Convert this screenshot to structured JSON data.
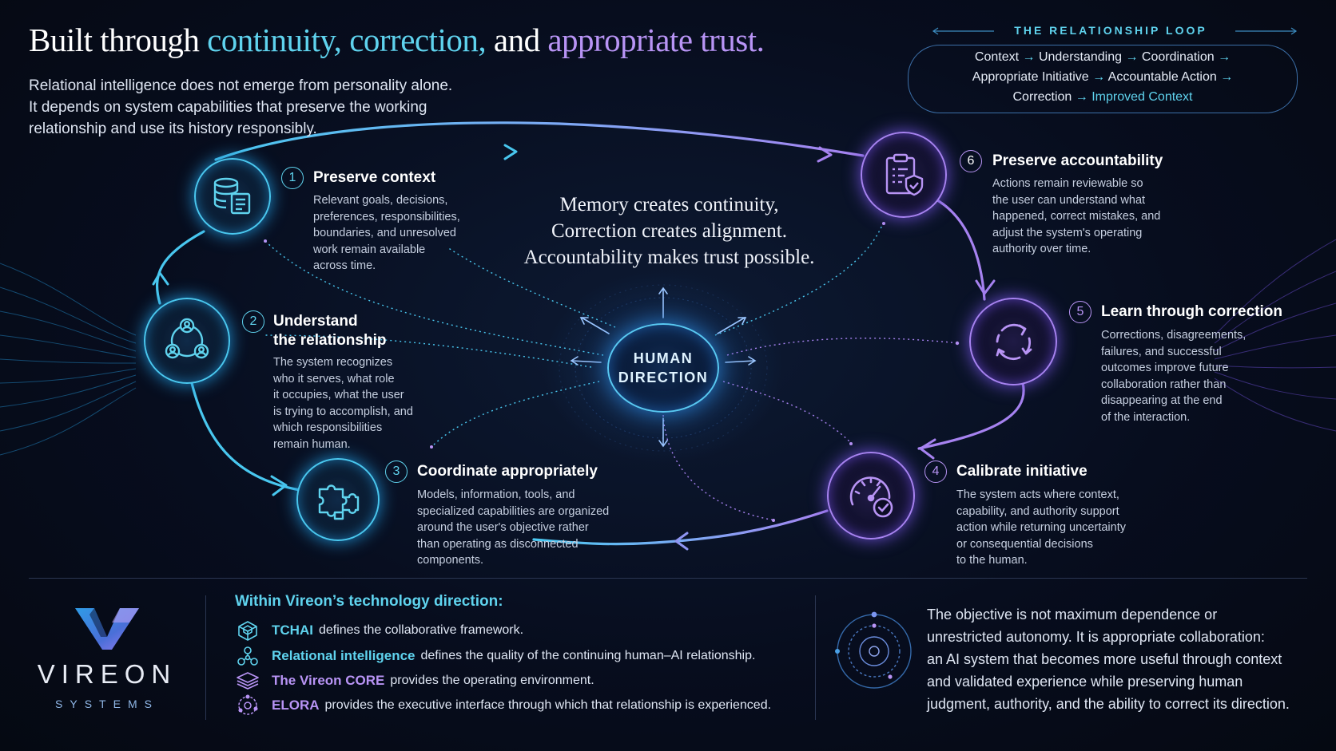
{
  "headline": {
    "part1": "Built through ",
    "accent1": "continuity,",
    "space1": " ",
    "accent2": "correction,",
    "part2": " and ",
    "accent3": "appropriate trust."
  },
  "intro": {
    "line1": "Relational intelligence does not emerge from personality alone.",
    "line2": "It depends on system capabilities that preserve the working",
    "line3": "relationship and use its history responsibly."
  },
  "loop": {
    "label": "THE RELATIONSHIP LOOP",
    "line1": [
      "Context",
      "Understanding",
      "Coordination"
    ],
    "line2": [
      "Appropriate Initiative",
      "Accountable Action"
    ],
    "line3_a": "Correction",
    "line3_b": "Improved Context",
    "arrow": "→"
  },
  "quote": {
    "line1": "Memory creates continuity,",
    "line2": "Correction creates alignment.",
    "line3": "Accountability makes trust possible."
  },
  "hub": {
    "line1": "HUMAN",
    "line2": "DIRECTION"
  },
  "steps": [
    {
      "num": "1",
      "title": "Preserve context",
      "body": [
        "Relevant goals, decisions,",
        "preferences, responsibilities,",
        "boundaries, and unresolved",
        "work remain available",
        "across time."
      ],
      "icon": "database-document-icon"
    },
    {
      "num": "2",
      "title": "Understand",
      "title2": "the relationship",
      "body": [
        "The system recognizes",
        "who it serves, what role",
        "it occupies, what the user",
        "is trying to accomplish, and",
        "which responsibilities",
        "remain human."
      ],
      "icon": "people-network-icon"
    },
    {
      "num": "3",
      "title": "Coordinate appropriately",
      "body": [
        "Models, information, tools, and",
        "specialized capabilities are organized",
        "around the user's objective rather",
        "than operating as disconnected",
        "components."
      ],
      "icon": "puzzle-icon"
    },
    {
      "num": "4",
      "title": "Calibrate initiative",
      "body": [
        "The system acts where context,",
        "capability, and authority support",
        "action while returning uncertainty",
        "or consequential decisions",
        "to the human."
      ],
      "icon": "gauge-check-icon"
    },
    {
      "num": "5",
      "title": "Learn through correction",
      "body": [
        "Corrections, disagreements,",
        "failures, and successful",
        "outcomes improve future",
        "collaboration rather than",
        "disappearing at the end",
        "of the interaction."
      ],
      "icon": "cycle-arrows-icon"
    },
    {
      "num": "6",
      "title": "Preserve accountability",
      "body": [
        "Actions remain reviewable so",
        "the user can understand what",
        "happened, correct mistakes, and",
        "adjust the system's operating",
        "authority over time."
      ],
      "icon": "clipboard-shield-icon"
    }
  ],
  "brand": {
    "name": "VIREON",
    "sub": "SYSTEMS"
  },
  "tech": {
    "heading": "Within Vireon’s technology direction:",
    "items": [
      {
        "name": "TCHAI",
        "desc": "defines the collaborative framework.",
        "color": "#5fd3ee",
        "icon": "cube-icon"
      },
      {
        "name": "Relational intelligence",
        "desc": "defines the quality of the continuing human–AI relationship.",
        "color": "#5fd3ee",
        "icon": "molecule-icon"
      },
      {
        "name": "The Vireon CORE",
        "desc": "provides the operating environment.",
        "color": "#b894f5",
        "icon": "layers-icon"
      },
      {
        "name": "ELORA",
        "desc": "provides the executive interface through which that relationship is experienced.",
        "color": "#b894f5",
        "icon": "orbit-icon"
      }
    ]
  },
  "objective": {
    "lines": [
      "The objective is not maximum dependence or",
      "unrestricted autonomy. It is appropriate collaboration:",
      "an AI system that becomes more useful through context",
      "and validated experience while preserving human",
      "judgment, authority, and the ability to correct its direction."
    ]
  },
  "colors": {
    "cyan": "#5fd3ee",
    "violet": "#b894f5",
    "background": "#070d1e"
  }
}
